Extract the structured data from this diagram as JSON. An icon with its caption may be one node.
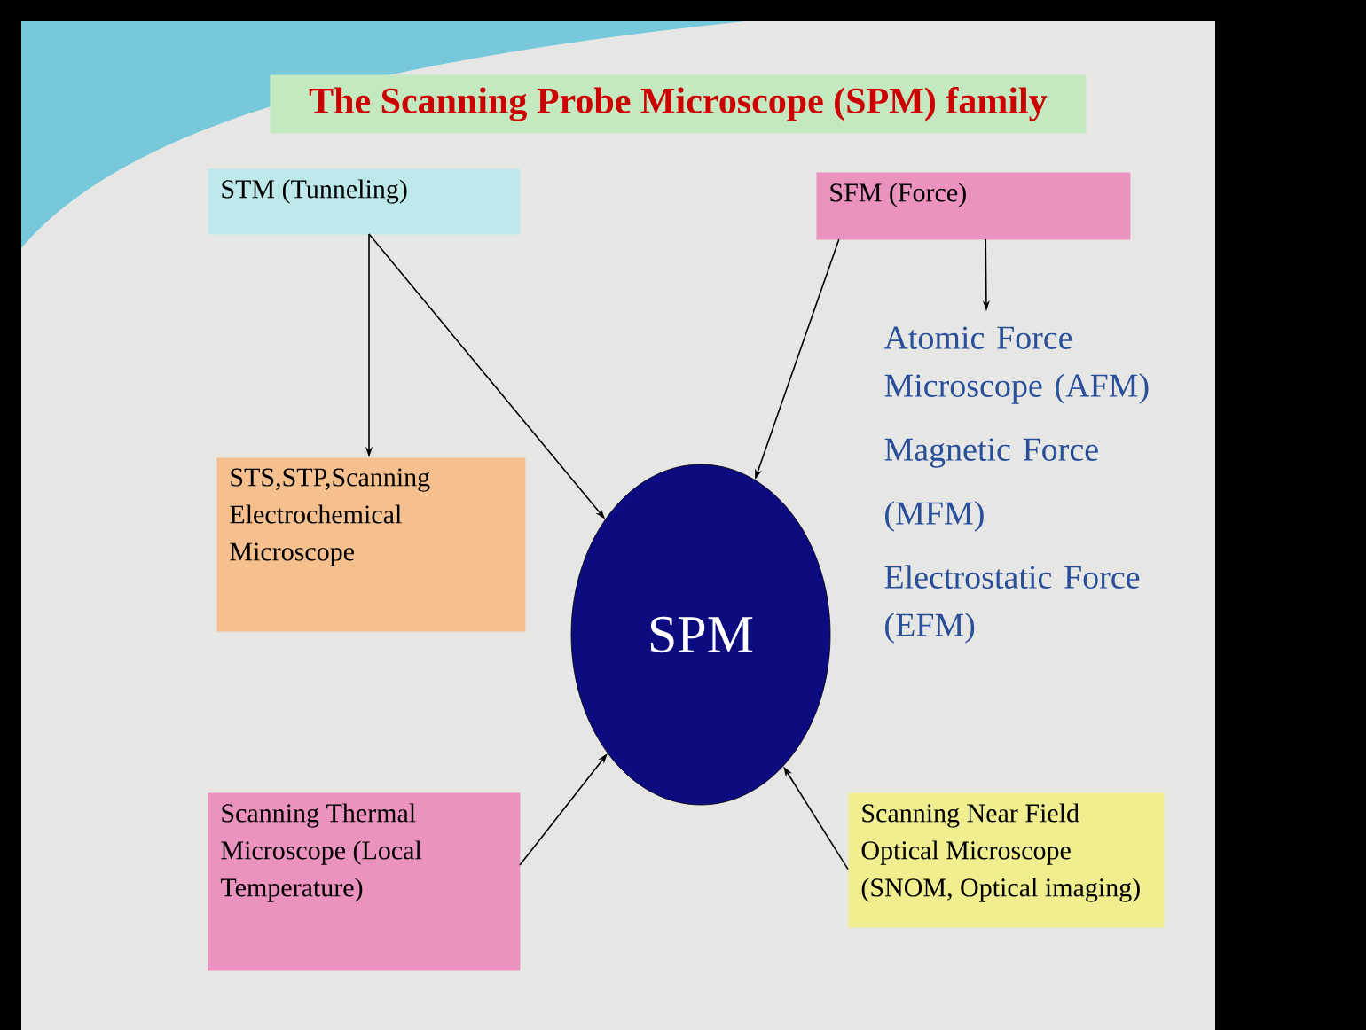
{
  "diagram": {
    "title": "The Scanning Probe Microscope (SPM) family",
    "nodes": [
      {
        "text": [
          "STM (Tunneling)"
        ]
      },
      {
        "text": [
          "SFM (Force)"
        ]
      },
      {
        "text": [
          "STS,STP,Scanning Electrochemical Microscope"
        ]
      },
      {
        "text": [
          "SPM"
        ]
      },
      {
        "text": [
          "Atomic Force Microscope (AFM)",
          "Magnetic Force",
          "(MFM)",
          "Electrostatic Force (EFM)"
        ]
      },
      {
        "text": [
          "Scanning Thermal Microscope (Local Temperature)"
        ]
      },
      {
        "text": [
          "Scanning Near Field Optical Microscope (SNOM, Optical imaging)"
        ]
      }
    ],
    "edges": [
      {
        "from": 0,
        "to": 2,
        "arrow": "to"
      },
      {
        "from": 0,
        "to": 3,
        "arrow": "to"
      },
      {
        "from": 1,
        "to": 3,
        "arrow": "to"
      },
      {
        "from": 1,
        "to": 4,
        "arrow": "to"
      },
      {
        "from": 5,
        "to": 3,
        "arrow": "to"
      },
      {
        "from": 6,
        "to": 3,
        "arrow": "to"
      }
    ]
  }
}
